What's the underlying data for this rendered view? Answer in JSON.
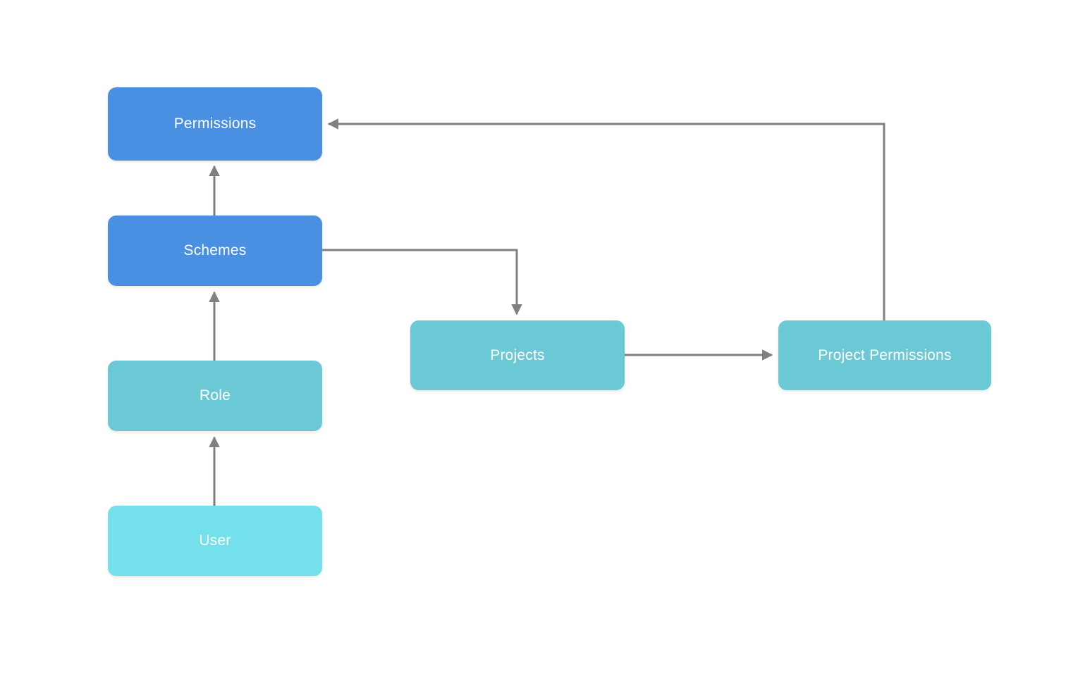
{
  "diagram": {
    "type": "flowchart",
    "background_color": "#ffffff",
    "edge_color": "#808080",
    "node_text_color": "#ffffff",
    "nodes": [
      {
        "id": "permissions",
        "label": "Permissions",
        "color": "#4A90E2"
      },
      {
        "id": "schemes",
        "label": "Schemes",
        "color": "#4A90E2"
      },
      {
        "id": "role",
        "label": "Role",
        "color": "#6BC9D6"
      },
      {
        "id": "user",
        "label": "User",
        "color": "#74E0EC"
      },
      {
        "id": "projects",
        "label": "Projects",
        "color": "#6BC9D6"
      },
      {
        "id": "project_permissions",
        "label": "Project Permissions",
        "color": "#6BC9D6"
      }
    ],
    "edges": [
      {
        "from": "schemes",
        "to": "permissions",
        "style": "straight-up",
        "arrow": "end"
      },
      {
        "from": "role",
        "to": "schemes",
        "style": "straight-up",
        "arrow": "end"
      },
      {
        "from": "user",
        "to": "role",
        "style": "straight-up",
        "arrow": "end"
      },
      {
        "from": "schemes",
        "to": "projects",
        "style": "elbow-right-down",
        "arrow": "end"
      },
      {
        "from": "projects",
        "to": "project_permissions",
        "style": "straight-right",
        "arrow": "end"
      },
      {
        "from": "project_permissions",
        "to": "permissions",
        "style": "elbow-up-left",
        "arrow": "end"
      }
    ]
  }
}
